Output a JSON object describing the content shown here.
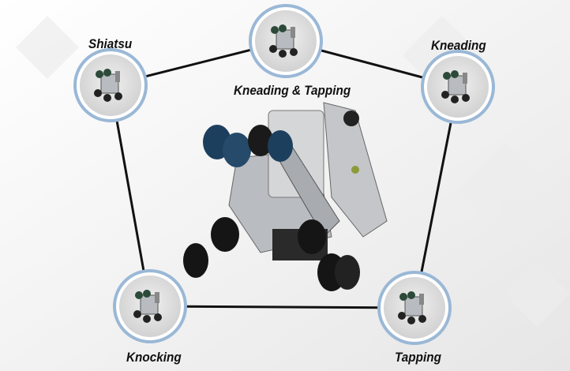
{
  "diagram": {
    "center": "massage-mechanism",
    "nodes": [
      {
        "id": "kneading-tapping",
        "label": "Kneading & Tapping"
      },
      {
        "id": "shiatsu",
        "label": "Shiatsu"
      },
      {
        "id": "kneading",
        "label": "Kneading"
      },
      {
        "id": "knocking",
        "label": "Knocking"
      },
      {
        "id": "tapping",
        "label": "Tapping"
      }
    ],
    "colors": {
      "ring": "#9ab8d6",
      "line": "#111111",
      "fill": "#dcdcdc"
    }
  }
}
